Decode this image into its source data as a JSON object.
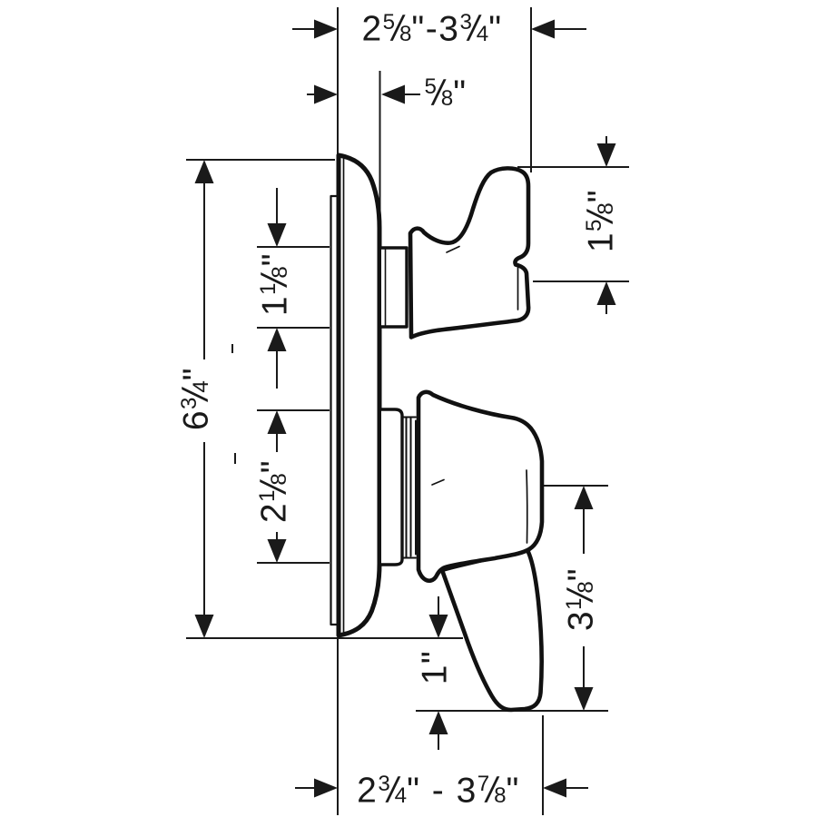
{
  "drawing": {
    "kind": "technical dimension drawing",
    "units": "inches",
    "colors": {
      "line": "#1a1a1a",
      "background": "#ffffff"
    }
  },
  "dimensions": {
    "top_width_range": {
      "label": "2⅝\"-3¾\""
    },
    "plate_depth": {
      "label": "⅝\""
    },
    "upper_handle_height": {
      "label": "1⅝\""
    },
    "plate_height": {
      "label": "6¾\""
    },
    "upper_handle_offset": {
      "label": "1⅛\""
    },
    "lower_handle_offset": {
      "label": "2⅛\""
    },
    "lower_handle_height": {
      "label": "3⅛\""
    },
    "lever_below_plate": {
      "label": "1\""
    },
    "bottom_width_range": {
      "label": "2¾\" - 3⅞\""
    }
  }
}
